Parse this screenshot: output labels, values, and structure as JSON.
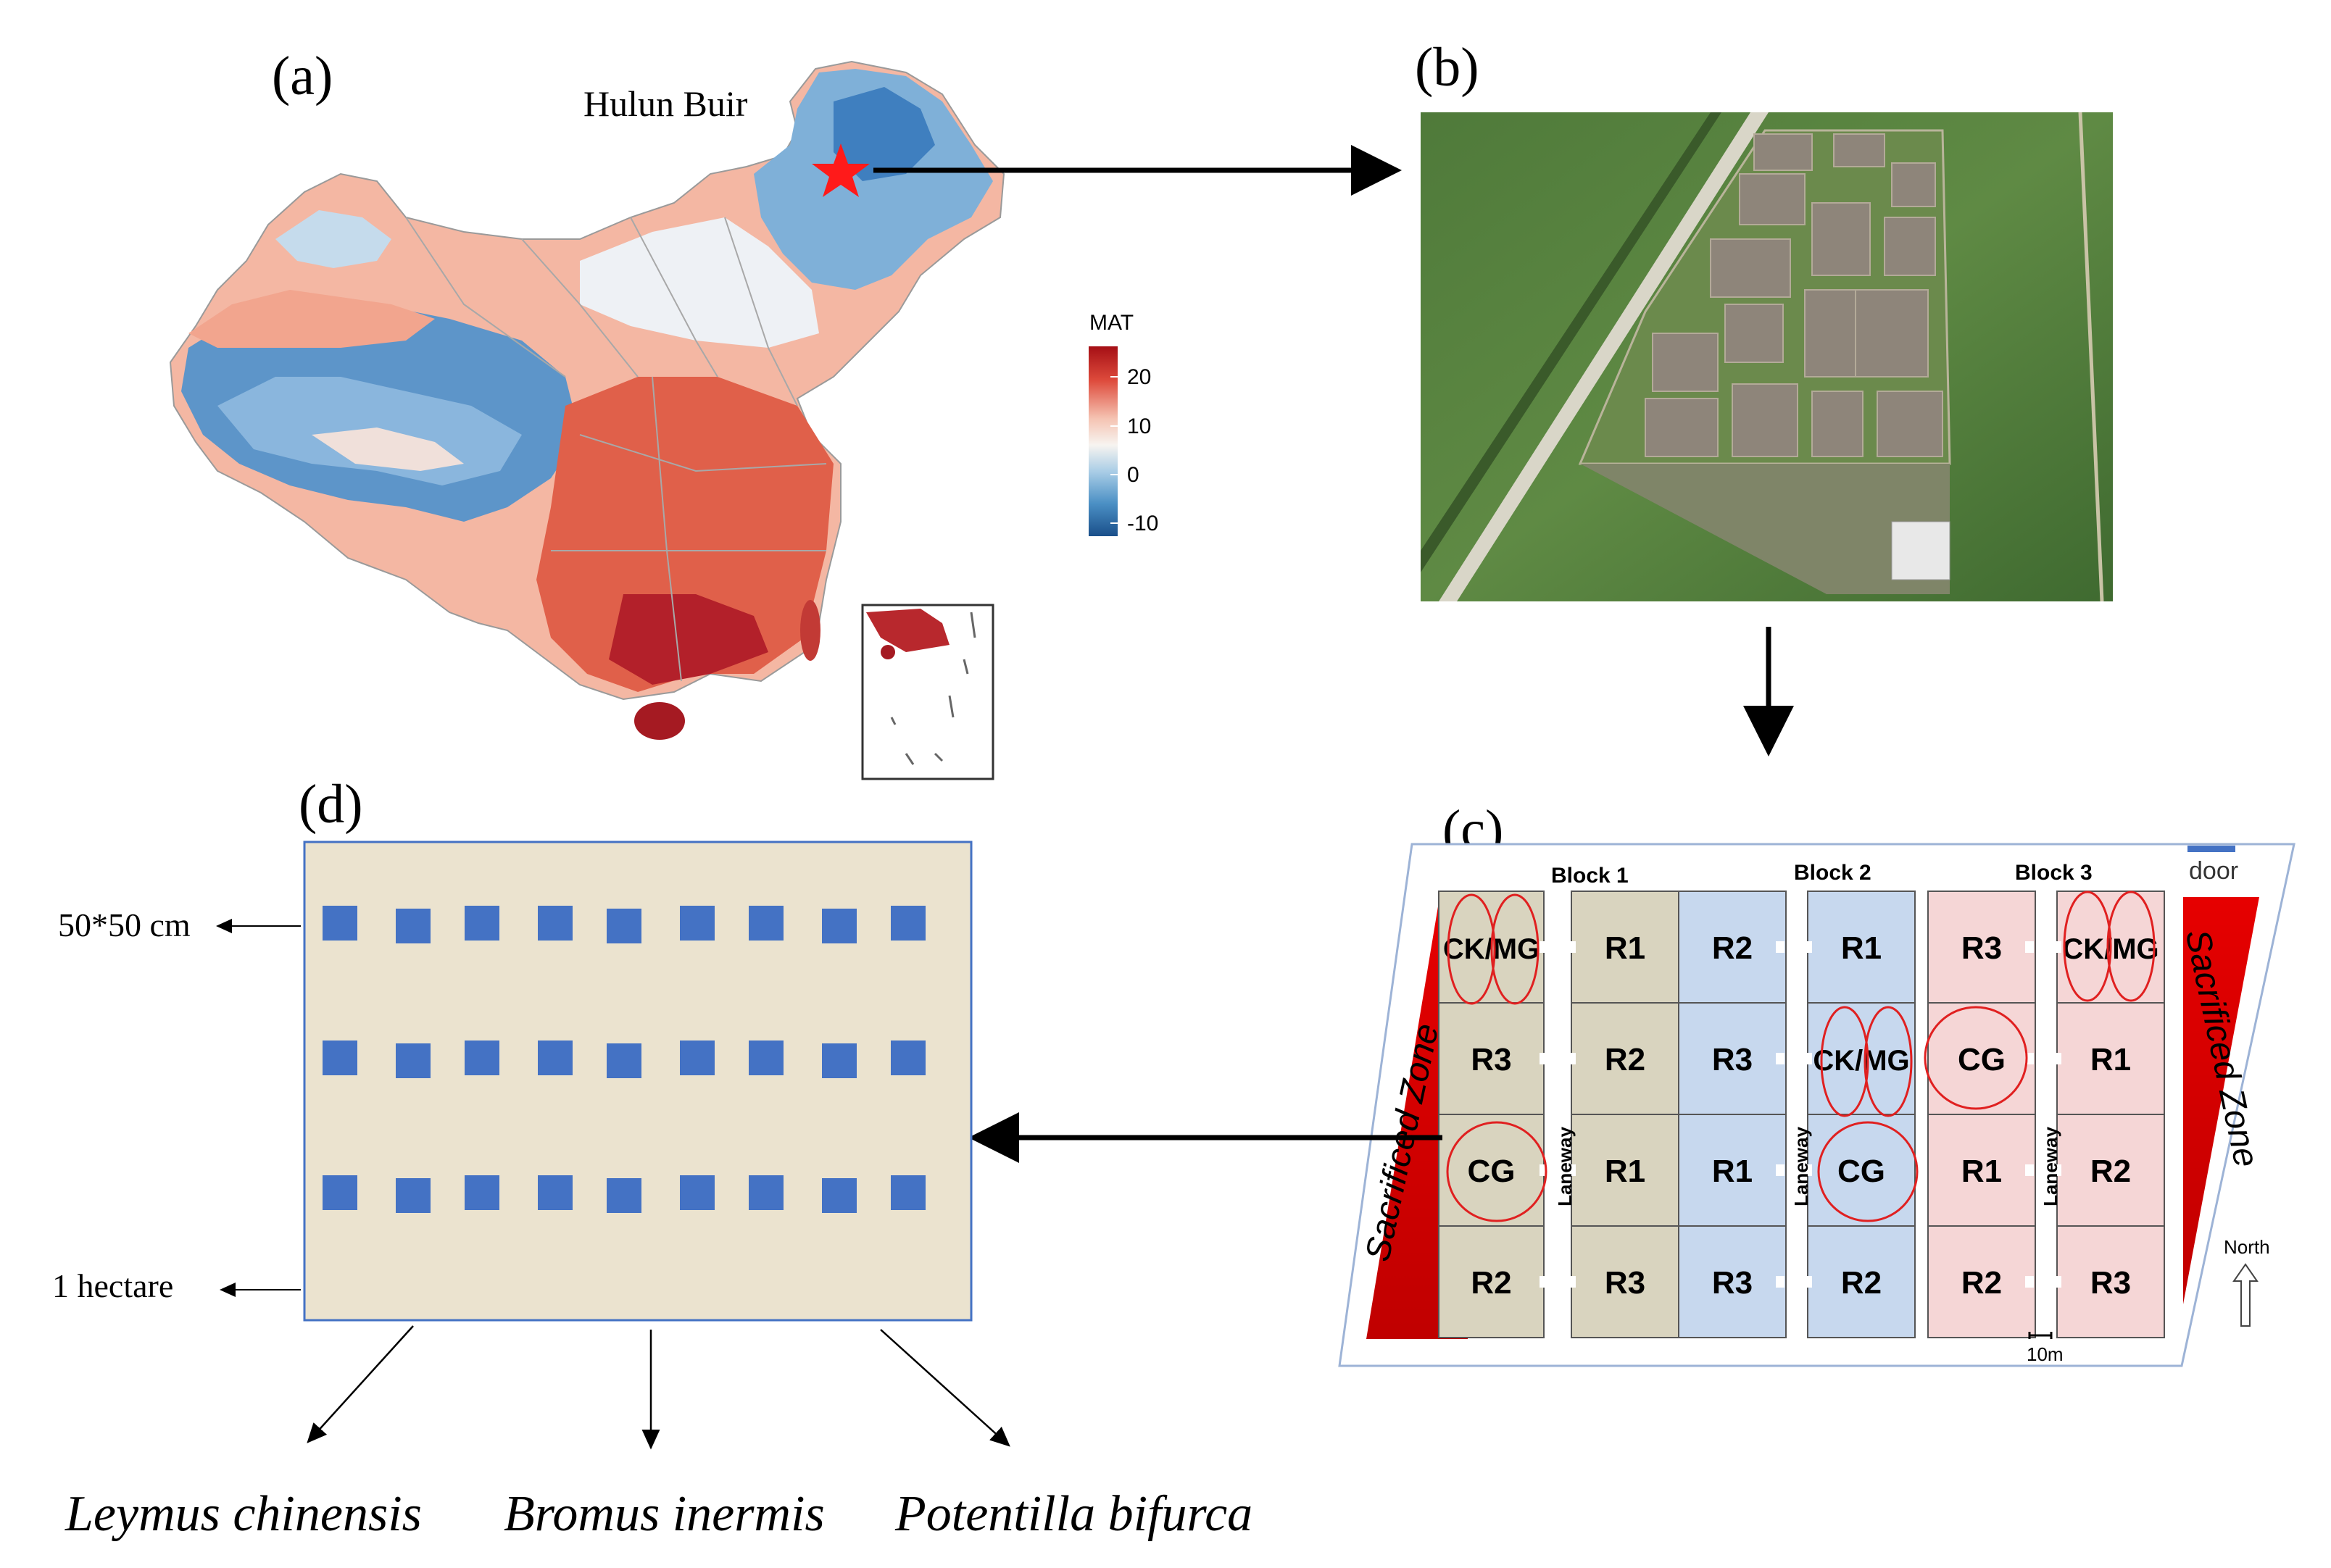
{
  "panels": {
    "a": {
      "label": "(a)",
      "location": "Hulun Buir",
      "legend": {
        "title": "MAT",
        "ticks": [
          "20",
          "10",
          "0",
          "-10"
        ],
        "colors": [
          "#a50f15",
          "#de4b3c",
          "#f5c3b2",
          "#f7f4f0",
          "#a9cde6",
          "#4a8fc4",
          "#1a4f8a"
        ]
      }
    },
    "b": {
      "label": "(b)"
    },
    "c": {
      "label": "(c)",
      "blocks": [
        "Block 1",
        "Block 2",
        "Block 3"
      ],
      "door": "door",
      "laneway": "Laneway",
      "sacrificed_zone": "Sacrificed Zone",
      "north": "North",
      "scale": "10m",
      "columns": [
        {
          "cells": [
            "CK/MG",
            "R3",
            "CG",
            "R2"
          ],
          "color": "#d9d4bf"
        },
        {
          "cells": [
            "R1",
            "R2",
            "R1",
            "R3"
          ],
          "color": "#d9d4bf"
        },
        {
          "cells": [
            "R2",
            "R3",
            "R1",
            "R3"
          ],
          "color": "#c7d8ee"
        },
        {
          "cells": [
            "R1",
            "CK/MG",
            "CG",
            "R2"
          ],
          "color": "#c7d8ee"
        },
        {
          "cells": [
            "R3",
            "CG",
            "R1",
            "R2"
          ],
          "color": "#f5d6d6"
        },
        {
          "cells": [
            "CK/MG",
            "R1",
            "R2",
            "R3"
          ],
          "color": "#f5d6d6"
        }
      ]
    },
    "d": {
      "label": "(d)",
      "quadrat_label": "50*50 cm",
      "area_label": "1 hectare",
      "species": [
        "Leymus chinensis",
        "Bromus inermis",
        "Potentilla bifurca"
      ],
      "quadrat_rows": 3,
      "quadrat_cols": 9,
      "quadrat_color": "#4472c4",
      "plot_color": "#ebe3cf"
    }
  }
}
